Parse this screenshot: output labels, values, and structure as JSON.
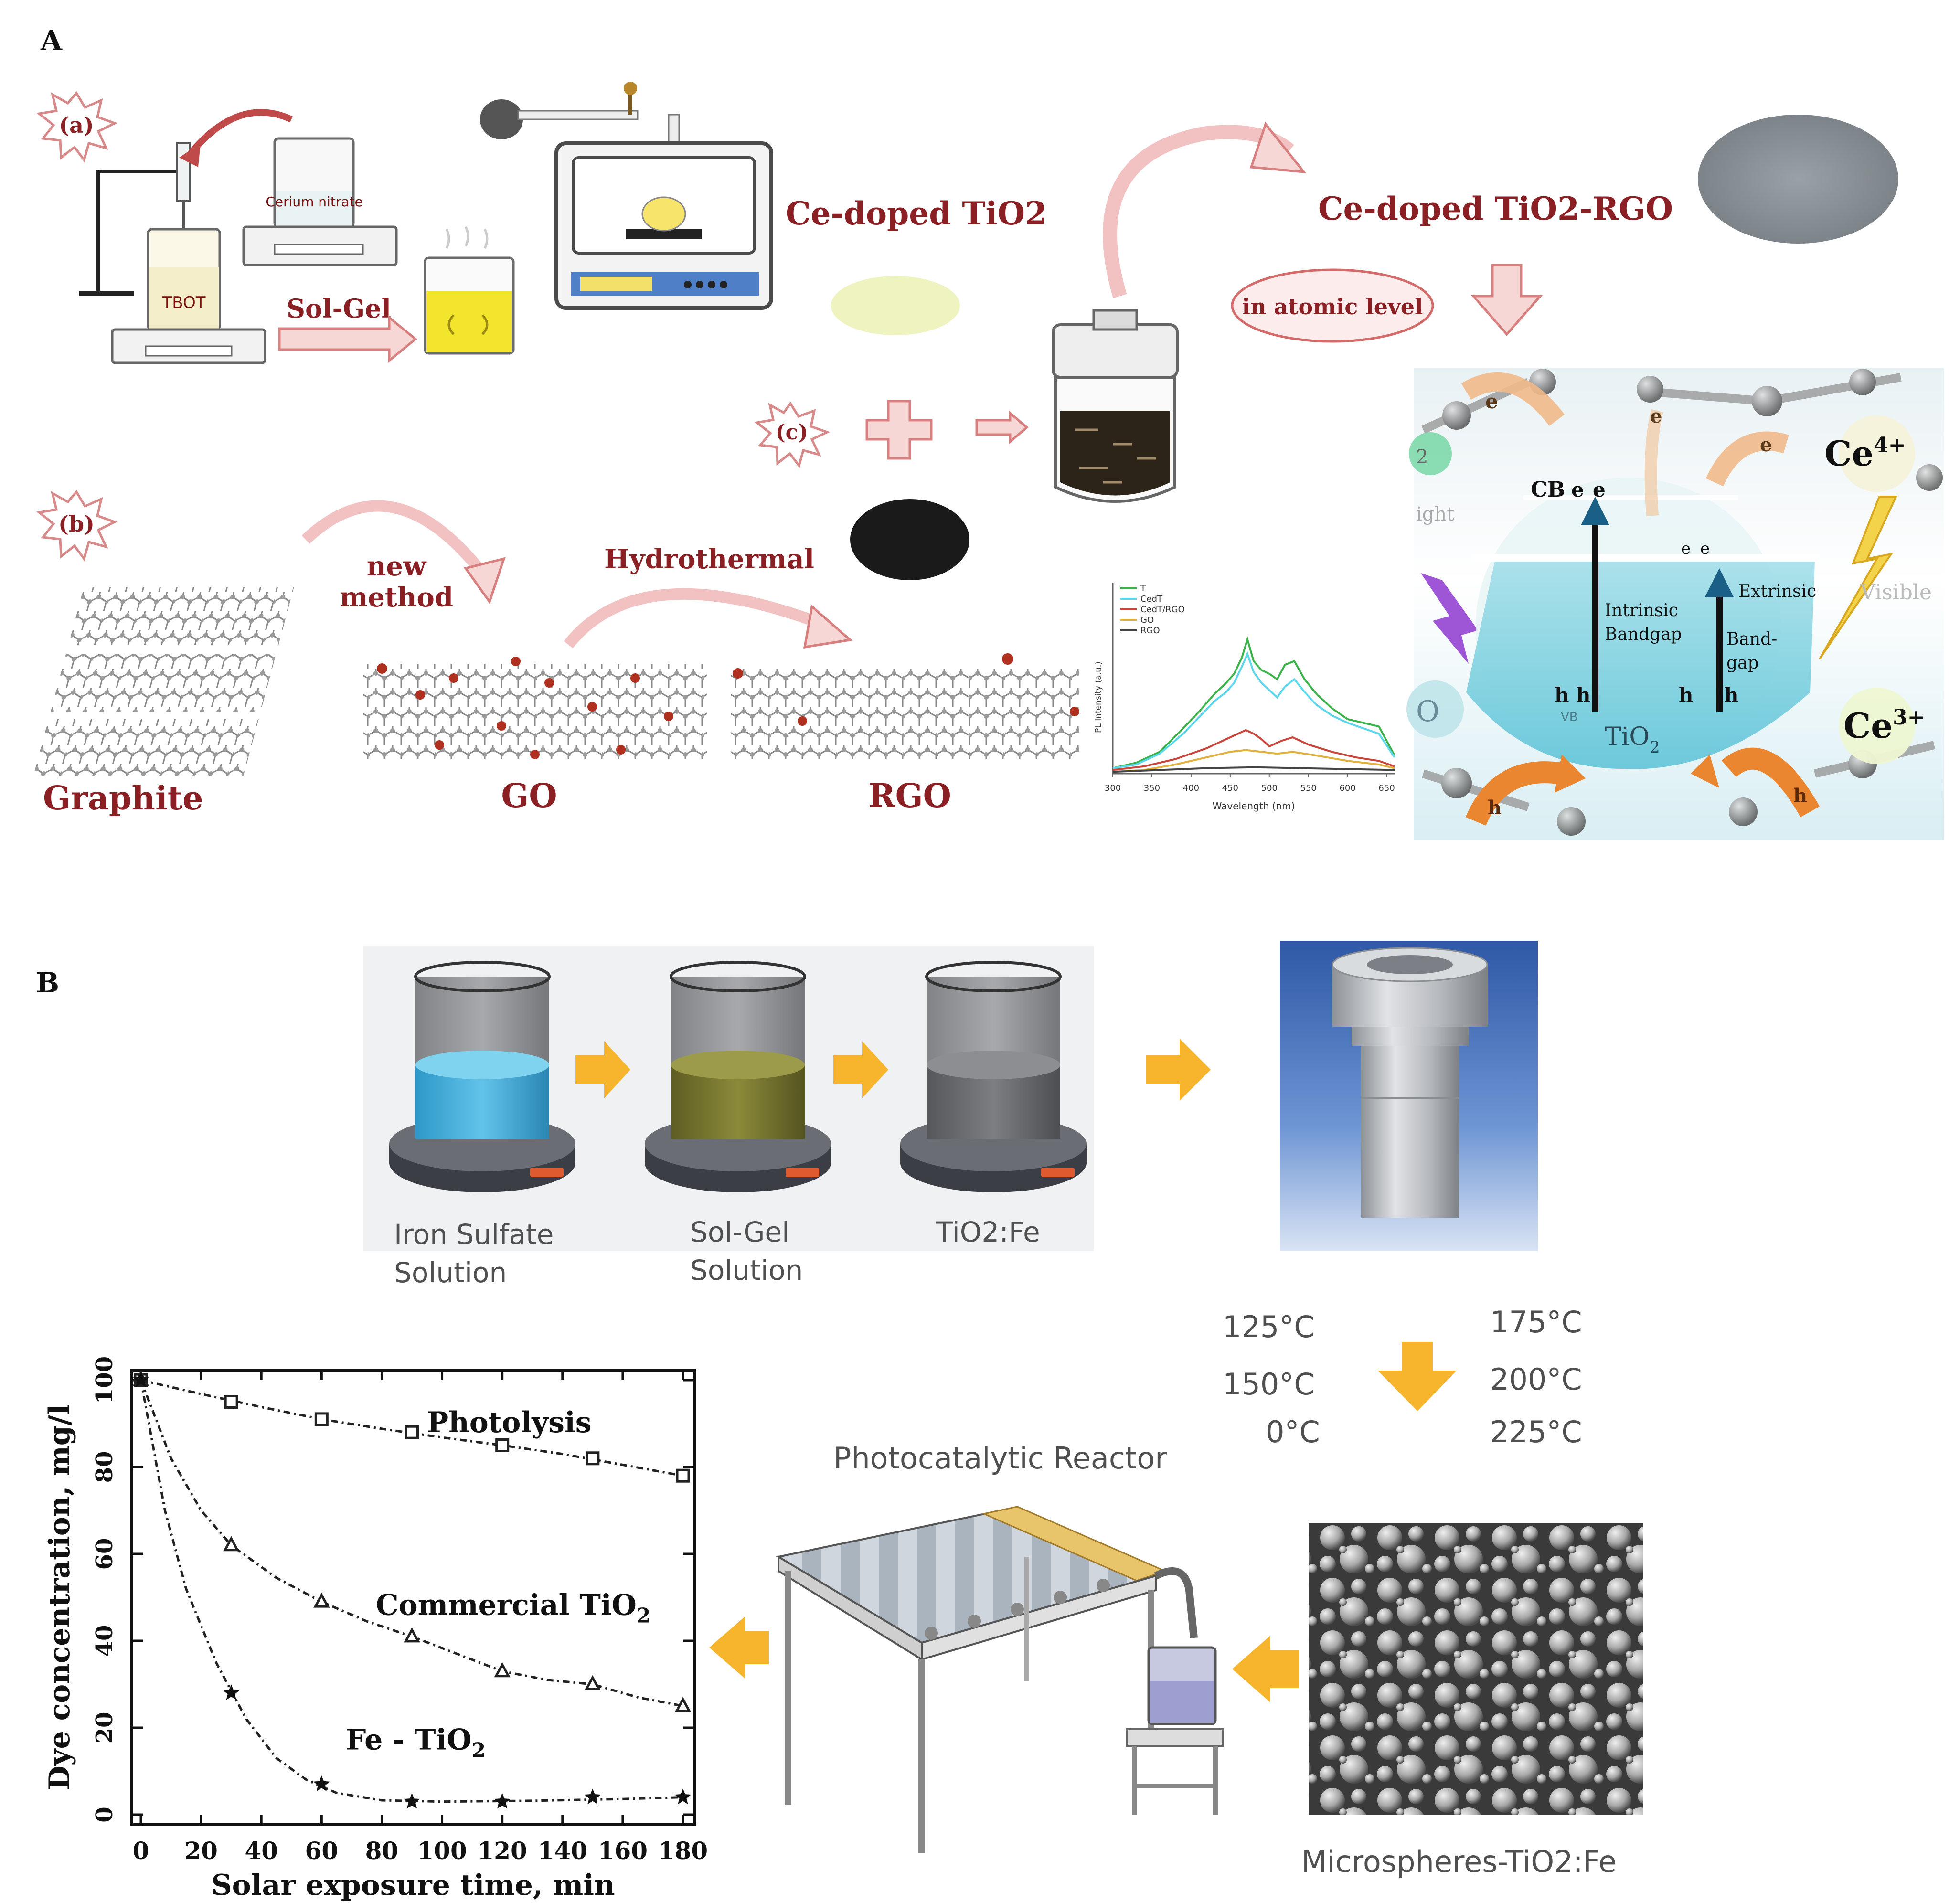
{
  "panels": {
    "a": "A",
    "b": "B"
  },
  "panel_a": {
    "step_a": "(a)",
    "step_b": "(b)",
    "step_c": "(c)",
    "beaker_cerium": "Cerium nitrate",
    "beaker_tbot": "TBOT",
    "sol_gel": "Sol-Gel",
    "ce_doped_tio2": "Ce-doped TiO2",
    "ce_doped_tio2_rgo": "Ce-doped TiO2-RGO",
    "atomic_level": "in atomic level",
    "new_method": [
      "new",
      "method"
    ],
    "hydrothermal": "Hydrothermal",
    "graphite": "Graphite",
    "go": "GO",
    "rgo": "RGO",
    "band": {
      "cb": "CB",
      "e": "e",
      "light": "ight",
      "visible": "Visible",
      "intrinsic": [
        "Intrinsic",
        "Bandgap"
      ],
      "extrinsic": [
        "Extrinsic",
        "Band-",
        "gap"
      ],
      "h": "h",
      "vb": "VB",
      "tio2": "TiO",
      "tio2_sub": "2",
      "ce4": "Ce",
      "ce4_sup": "4+",
      "ce3": "Ce",
      "ce3_sup": "3+",
      "o": "O",
      "two": "2"
    }
  },
  "panel_b": {
    "iron_sulfate": [
      "Iron Sulfate",
      "Solution"
    ],
    "sol_gel_solution": [
      "Sol-Gel",
      "Solution"
    ],
    "tio2_fe": "TiO2:Fe",
    "temps_left": [
      "125°C",
      "150°C",
      "0°C"
    ],
    "temps_right": [
      "175°C",
      "200°C",
      "225°C"
    ],
    "reactor_label": "Photocatalytic Reactor",
    "microspheres": "Microspheres-TiO2:Fe"
  },
  "chart_data": [
    {
      "type": "line",
      "title": "",
      "xlabel": "",
      "ylabel": "PL Intensity (a.u.)",
      "x_ticks": [
        300,
        350,
        400,
        450,
        500,
        550,
        600,
        650
      ],
      "x_tick_labels": [
        "300",
        "350",
        "400",
        "450",
        "500",
        "550",
        "600",
        "650"
      ],
      "x_axis_label": "Wavelength (nm)",
      "xlim": [
        300,
        660
      ],
      "ylim": [
        0,
        100
      ],
      "legend": "top-left",
      "series": [
        {
          "name": "T",
          "color": "#3cb34a",
          "points": [
            [
              300,
              3
            ],
            [
              330,
              6
            ],
            [
              360,
              12
            ],
            [
              390,
              25
            ],
            [
              410,
              34
            ],
            [
              430,
              44
            ],
            [
              445,
              50
            ],
            [
              455,
              55
            ],
            [
              465,
              64
            ],
            [
              472,
              74
            ],
            [
              480,
              62
            ],
            [
              490,
              57
            ],
            [
              500,
              55
            ],
            [
              510,
              52
            ],
            [
              520,
              60
            ],
            [
              532,
              62
            ],
            [
              545,
              52
            ],
            [
              560,
              44
            ],
            [
              580,
              36
            ],
            [
              600,
              30
            ],
            [
              620,
              28
            ],
            [
              640,
              26
            ],
            [
              660,
              10
            ]
          ]
        },
        {
          "name": "CedT",
          "color": "#5bd6ea",
          "points": [
            [
              300,
              3
            ],
            [
              330,
              5
            ],
            [
              360,
              11
            ],
            [
              390,
              22
            ],
            [
              410,
              31
            ],
            [
              430,
              40
            ],
            [
              445,
              45
            ],
            [
              455,
              50
            ],
            [
              465,
              59
            ],
            [
              472,
              66
            ],
            [
              480,
              56
            ],
            [
              490,
              50
            ],
            [
              500,
              46
            ],
            [
              510,
              42
            ],
            [
              520,
              48
            ],
            [
              532,
              52
            ],
            [
              545,
              45
            ],
            [
              560,
              38
            ],
            [
              580,
              32
            ],
            [
              600,
              28
            ],
            [
              620,
              25
            ],
            [
              640,
              22
            ],
            [
              660,
              9
            ]
          ]
        },
        {
          "name": "CedT/RGO",
          "color": "#c8463c",
          "points": [
            [
              300,
              2
            ],
            [
              340,
              4
            ],
            [
              380,
              8
            ],
            [
              420,
              14
            ],
            [
              450,
              20
            ],
            [
              470,
              24
            ],
            [
              480,
              22
            ],
            [
              490,
              19
            ],
            [
              500,
              15
            ],
            [
              515,
              18
            ],
            [
              530,
              20
            ],
            [
              550,
              16
            ],
            [
              580,
              12
            ],
            [
              610,
              9
            ],
            [
              640,
              7
            ],
            [
              660,
              4
            ]
          ]
        },
        {
          "name": "GO",
          "color": "#e0b040",
          "points": [
            [
              300,
              1
            ],
            [
              340,
              2
            ],
            [
              380,
              5
            ],
            [
              420,
              9
            ],
            [
              450,
              12
            ],
            [
              470,
              13
            ],
            [
              490,
              12
            ],
            [
              510,
              11
            ],
            [
              530,
              12
            ],
            [
              560,
              10
            ],
            [
              600,
              7
            ],
            [
              640,
              5
            ],
            [
              660,
              3
            ]
          ]
        },
        {
          "name": "RGO",
          "color": "#444444",
          "points": [
            [
              300,
              1
            ],
            [
              360,
              2
            ],
            [
              420,
              3
            ],
            [
              480,
              3.5
            ],
            [
              540,
              3
            ],
            [
              600,
              2.5
            ],
            [
              660,
              2
            ]
          ]
        }
      ]
    },
    {
      "type": "line",
      "title": "",
      "xlabel": "Solar exposure time, min",
      "ylabel": "Dye concentration, mg/l",
      "xlim": [
        0,
        180
      ],
      "ylim": [
        0,
        100
      ],
      "x_ticks": [
        0,
        20,
        40,
        60,
        80,
        100,
        120,
        140,
        160,
        180
      ],
      "y_ticks": [
        0,
        20,
        40,
        60,
        80,
        100
      ],
      "x_tick_labels": [
        "0",
        "20",
        "40",
        "60",
        "80",
        "100",
        "120",
        "140",
        "160",
        "180"
      ],
      "y_tick_labels": [
        "0",
        "20",
        "40",
        "60",
        "80",
        "100"
      ],
      "legend": "none",
      "series": [
        {
          "name": "Photolysis",
          "label_x": 95,
          "label_y": 88,
          "marker": "square",
          "points": [
            [
              0,
              100
            ],
            [
              30,
              95
            ],
            [
              60,
              91
            ],
            [
              90,
              88
            ],
            [
              120,
              85
            ],
            [
              150,
              82
            ],
            [
              180,
              78
            ]
          ],
          "curve": [
            [
              0,
              100
            ],
            [
              20,
              96.8
            ],
            [
              40,
              93.8
            ],
            [
              60,
              91
            ],
            [
              80,
              88.8
            ],
            [
              100,
              86.8
            ],
            [
              120,
              85
            ],
            [
              140,
              83
            ],
            [
              160,
              80.5
            ],
            [
              180,
              78
            ]
          ]
        },
        {
          "name": "Commercial TiO2",
          "label_x": 78,
          "label_y": 46,
          "marker": "triangle",
          "points": [
            [
              0,
              100
            ],
            [
              30,
              62
            ],
            [
              60,
              49
            ],
            [
              90,
              41
            ],
            [
              120,
              33
            ],
            [
              150,
              30
            ],
            [
              180,
              25
            ]
          ],
          "curve": [
            [
              0,
              100
            ],
            [
              10,
              82
            ],
            [
              20,
              70
            ],
            [
              30,
              62
            ],
            [
              45,
              54.5
            ],
            [
              60,
              49
            ],
            [
              75,
              44.5
            ],
            [
              90,
              41
            ],
            [
              105,
              37
            ],
            [
              120,
              33
            ],
            [
              135,
              31
            ],
            [
              150,
              30
            ],
            [
              165,
              27
            ],
            [
              180,
              25
            ]
          ]
        },
        {
          "name": "Fe - TiO2",
          "label_x": 68,
          "label_y": 15,
          "marker": "star",
          "points": [
            [
              0,
              100
            ],
            [
              30,
              28
            ],
            [
              60,
              7
            ],
            [
              90,
              3
            ],
            [
              120,
              3
            ],
            [
              150,
              4
            ],
            [
              180,
              4
            ]
          ],
          "curve": [
            [
              0,
              100
            ],
            [
              8,
              70
            ],
            [
              15,
              52
            ],
            [
              25,
              35
            ],
            [
              35,
              22
            ],
            [
              45,
              13
            ],
            [
              55,
              8
            ],
            [
              65,
              5
            ],
            [
              80,
              3.3
            ],
            [
              100,
              3
            ],
            [
              130,
              3.2
            ],
            [
              160,
              3.6
            ],
            [
              180,
              4
            ]
          ]
        }
      ]
    }
  ]
}
